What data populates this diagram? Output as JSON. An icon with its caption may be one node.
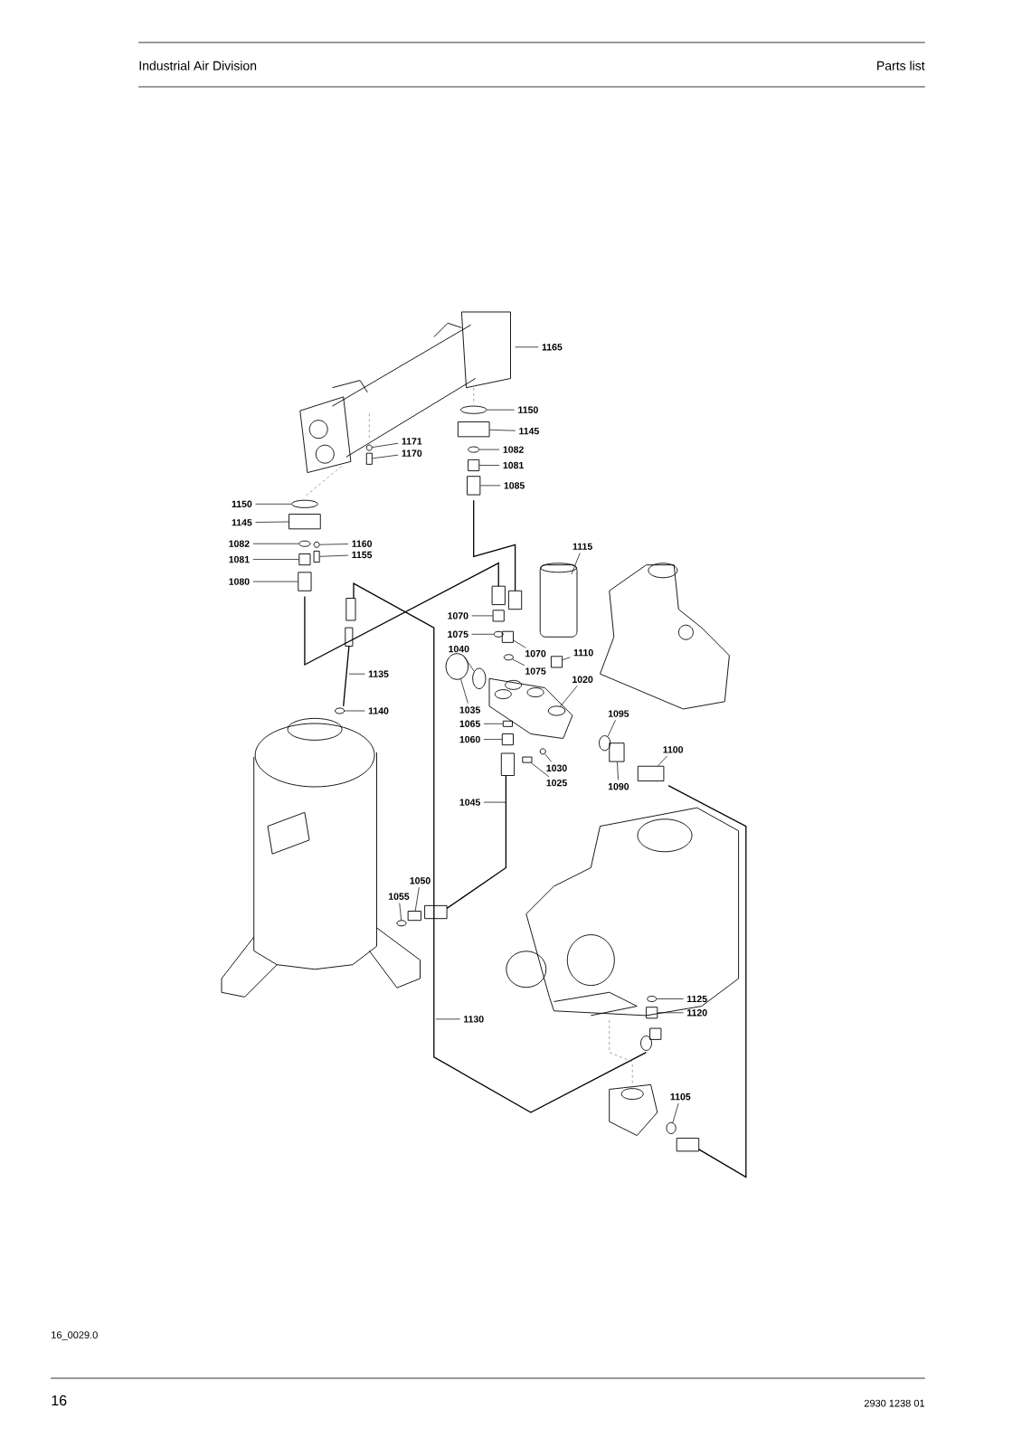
{
  "diagram": {
    "nodes": [
      {
        "text": [
          "1165"
        ]
      },
      {
        "text": [
          "1150"
        ]
      },
      {
        "text": [
          "1145"
        ]
      },
      {
        "text": [
          "1171"
        ]
      },
      {
        "text": [
          "1170"
        ]
      },
      {
        "text": [
          "1082"
        ]
      },
      {
        "text": [
          "1081"
        ]
      },
      {
        "text": [
          "1085"
        ]
      },
      {
        "text": [
          "1150"
        ]
      },
      {
        "text": [
          "1145"
        ]
      },
      {
        "text": [
          "1082"
        ]
      },
      {
        "text": [
          "1160"
        ]
      },
      {
        "text": [
          "1155"
        ]
      },
      {
        "text": [
          "1081"
        ]
      },
      {
        "text": [
          "1115"
        ]
      },
      {
        "text": [
          "1080"
        ]
      },
      {
        "text": [
          "1070"
        ]
      },
      {
        "text": [
          "1075"
        ]
      },
      {
        "text": [
          "1040"
        ]
      },
      {
        "text": [
          "1070"
        ]
      },
      {
        "text": [
          "1110"
        ]
      },
      {
        "text": [
          "1075"
        ]
      },
      {
        "text": [
          "1135"
        ]
      },
      {
        "text": [
          "1020"
        ]
      },
      {
        "text": [
          "1035"
        ]
      },
      {
        "text": [
          "1140"
        ]
      },
      {
        "text": [
          "1095"
        ]
      },
      {
        "text": [
          "1065"
        ]
      },
      {
        "text": [
          "1060"
        ]
      },
      {
        "text": [
          "1100"
        ]
      },
      {
        "text": [
          "1030"
        ]
      },
      {
        "text": [
          "1025"
        ]
      },
      {
        "text": [
          "1090"
        ]
      },
      {
        "text": [
          "1045"
        ]
      },
      {
        "text": [
          "1050"
        ]
      },
      {
        "text": [
          "1055"
        ]
      },
      {
        "text": [
          "1125"
        ]
      },
      {
        "text": [
          "1120"
        ]
      },
      {
        "text": [
          "1130"
        ]
      },
      {
        "text": [
          "1105"
        ]
      },
      {
        "text": [],
        "shape": "circle"
      },
      {
        "text": [],
        "shape": "box"
      },
      {
        "text": [],
        "shape": "circle"
      },
      {
        "text": [],
        "shape": "box"
      },
      {
        "text": [],
        "shape": "circle"
      },
      {
        "text": [],
        "shape": "box"
      },
      {
        "text": [],
        "shape": "box"
      },
      {
        "text": [],
        "shape": "circle"
      },
      {
        "text": [],
        "shape": "box"
      },
      {
        "text": [],
        "shape": "circle"
      },
      {
        "text": [],
        "shape": "circle"
      },
      {
        "text": [],
        "shape": "box"
      },
      {
        "text": [],
        "shape": "box"
      },
      {
        "text": [],
        "shape": "box"
      },
      {
        "text": [],
        "shape": "box"
      },
      {
        "text": [],
        "shape": "circle"
      },
      {
        "text": [],
        "shape": "circle"
      },
      {
        "text": [],
        "shape": "box"
      },
      {
        "text": [],
        "shape": "box"
      },
      {
        "text": [],
        "shape": "circle"
      },
      {
        "text": [],
        "shape": "circle"
      },
      {
        "text": [],
        "shape": "circle"
      },
      {
        "text": [],
        "shape": "circle"
      },
      {
        "text": [],
        "shape": "box"
      },
      {
        "text": [],
        "shape": "box"
      },
      {
        "text": [],
        "shape": "box"
      },
      {
        "text": [],
        "shape": "circle"
      },
      {
        "text": [],
        "shape": "box"
      },
      {
        "text": [],
        "shape": "box"
      },
      {
        "text": [],
        "shape": "box"
      },
      {
        "text": [],
        "shape": "circle"
      },
      {
        "text": [],
        "shape": "circle"
      },
      {
        "text": [],
        "shape": "box"
      },
      {
        "text": [],
        "shape": "circle"
      },
      {
        "text": [],
        "shape": "circle"
      }
    ],
    "edges": [
      {
        "from": 0,
        "to": null,
        "arrow": "none"
      },
      {
        "from": 1,
        "to": 40,
        "arrow": "none"
      },
      {
        "from": 2,
        "to": 41,
        "arrow": "none"
      },
      {
        "from": 3,
        "to": 42,
        "arrow": "none"
      },
      {
        "from": 4,
        "to": 43,
        "arrow": "none"
      },
      {
        "from": 5,
        "to": 44,
        "arrow": "none"
      },
      {
        "from": 6,
        "to": 45,
        "arrow": "none"
      },
      {
        "from": 7,
        "to": 46,
        "arrow": "none"
      },
      {
        "from": 8,
        "to": 47,
        "arrow": "none"
      },
      {
        "from": 9,
        "to": 48,
        "arrow": "none"
      },
      {
        "from": 10,
        "to": 49,
        "arrow": "none"
      },
      {
        "from": 11,
        "to": 50,
        "arrow": "none"
      },
      {
        "from": 12,
        "to": 51,
        "arrow": "none"
      },
      {
        "from": 13,
        "to": 52,
        "arrow": "none"
      },
      {
        "from": 14,
        "to": null,
        "arrow": "none"
      },
      {
        "from": 15,
        "to": 53,
        "arrow": "none"
      },
      {
        "from": 16,
        "to": 54,
        "arrow": "none"
      },
      {
        "from": 17,
        "to": 55,
        "arrow": "none"
      },
      {
        "from": 18,
        "to": 56,
        "arrow": "none"
      },
      {
        "from": 19,
        "to": 57,
        "arrow": "none"
      },
      {
        "from": 20,
        "to": 58,
        "arrow": "none"
      },
      {
        "from": 21,
        "to": 59,
        "arrow": "none"
      },
      {
        "from": 22,
        "to": null,
        "arrow": "none"
      },
      {
        "from": 23,
        "to": 74,
        "arrow": "none"
      },
      {
        "from": 24,
        "to": 60,
        "arrow": "none"
      },
      {
        "from": 25,
        "to": 61,
        "arrow": "none"
      },
      {
        "from": 26,
        "to": 62,
        "arrow": "none"
      },
      {
        "from": 27,
        "to": 63,
        "arrow": "none"
      },
      {
        "from": 28,
        "to": 64,
        "arrow": "none"
      },
      {
        "from": 29,
        "to": 65,
        "arrow": "none"
      },
      {
        "from": 30,
        "to": 66,
        "arrow": "none"
      },
      {
        "from": 31,
        "to": 67,
        "arrow": "none"
      },
      {
        "from": 32,
        "to": 68,
        "arrow": "none"
      },
      {
        "from": 33,
        "to": null,
        "arrow": "none"
      },
      {
        "from": 34,
        "to": 69,
        "arrow": "none"
      },
      {
        "from": 35,
        "to": 70,
        "arrow": "none"
      },
      {
        "from": 36,
        "to": 71,
        "arrow": "none"
      },
      {
        "from": 37,
        "to": 72,
        "arrow": "none"
      },
      {
        "from": 38,
        "to": null,
        "arrow": "none"
      },
      {
        "from": 39,
        "to": 73,
        "arrow": "none"
      }
    ],
    "labels": [
      "Industrial Air Division",
      "Parts list",
      "16_0029.0",
      "16",
      "2930 1238 01"
    ]
  }
}
